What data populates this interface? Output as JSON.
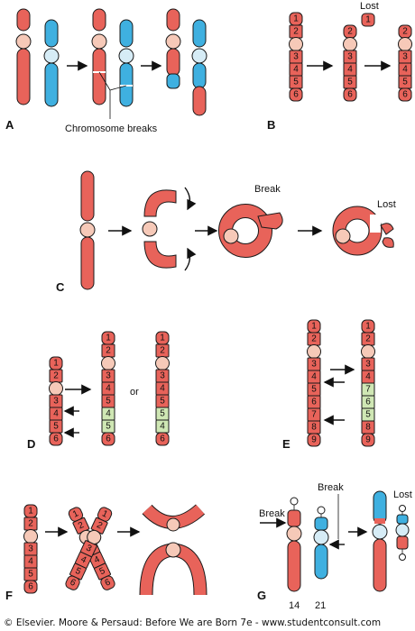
{
  "panels": {
    "a": {
      "letter": "A",
      "label": "Chromosome breaks"
    },
    "b": {
      "letter": "B",
      "label": "Lost",
      "lost_seg": "1",
      "segs_full": [
        "1",
        "2",
        "3",
        "4",
        "5",
        "6"
      ],
      "segs_after": [
        "2",
        "3",
        "4",
        "5",
        "6"
      ]
    },
    "c": {
      "letter": "C",
      "break_label": "Break",
      "lost_label": "Lost"
    },
    "d": {
      "letter": "D",
      "or_label": "or",
      "segs_orig": [
        "1",
        "2",
        "3",
        "4",
        "5",
        "6"
      ],
      "segs_dup1": [
        "1",
        "2",
        "3",
        "4",
        "5",
        "4",
        "5",
        "6"
      ],
      "segs_dup2": [
        "1",
        "2",
        "3",
        "4",
        "5",
        "5",
        "4",
        "6"
      ]
    },
    "e": {
      "letter": "E",
      "segs_orig": [
        "1",
        "2",
        "3",
        "4",
        "5",
        "6",
        "7",
        "8",
        "9"
      ],
      "segs_inv": [
        "1",
        "2",
        "3",
        "4",
        "7",
        "6",
        "5",
        "8",
        "9"
      ]
    },
    "f": {
      "letter": "F",
      "segs": [
        "1",
        "2",
        "3",
        "4",
        "5",
        "6"
      ]
    },
    "g": {
      "letter": "G",
      "break_left": "Break",
      "break_top": "Break",
      "lost_label": "Lost",
      "chrom_14": "14",
      "chrom_21": "21"
    }
  },
  "credit": "© Elsevier. Moore & Persaud: Before We are Born 7e - www.studentconsult.com"
}
